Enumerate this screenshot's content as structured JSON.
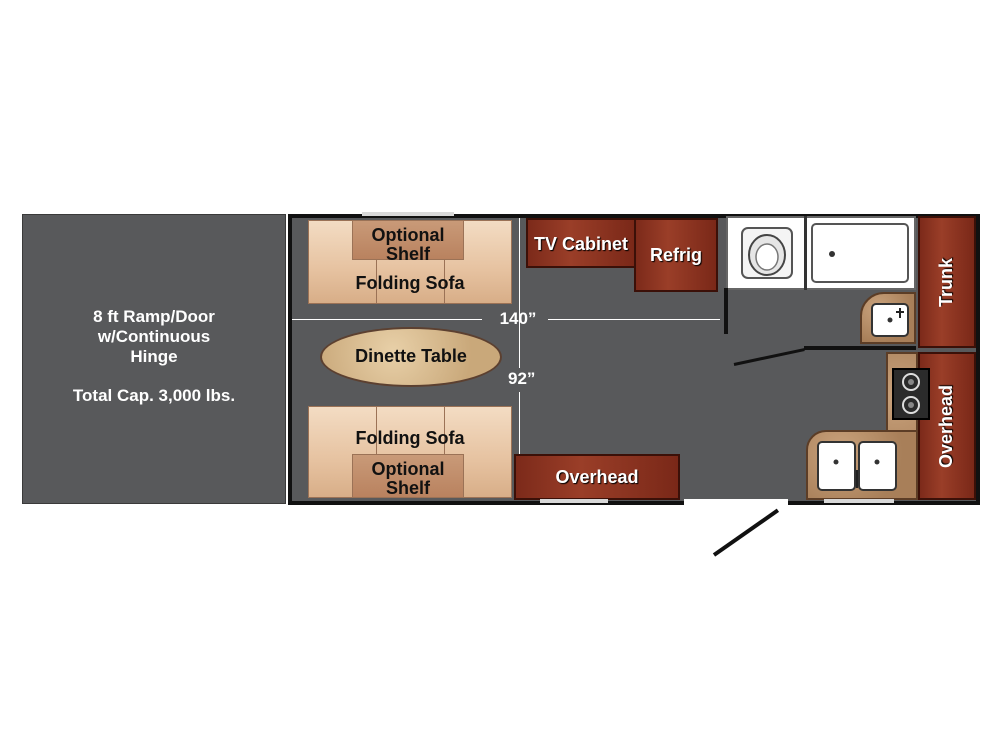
{
  "ramp": {
    "line1": "8 ft Ramp/Door",
    "line2": "w/Continuous",
    "line3": "Hinge",
    "capacity": "Total Cap. 3,000 lbs."
  },
  "dimensions": {
    "length": "140”",
    "width": "92”"
  },
  "rooms": {
    "optional_shelf_top_1": "Optional",
    "optional_shelf_top_2": "Shelf",
    "folding_sofa_top": "Folding Sofa",
    "dinette_table": "Dinette Table",
    "folding_sofa_bottom": "Folding Sofa",
    "optional_shelf_bottom_1": "Optional",
    "optional_shelf_bottom_2": "Shelf",
    "tv_cabinet": "TV Cabinet",
    "refrig": "Refrig",
    "trunk": "Trunk",
    "overhead_bottom": "Overhead",
    "overhead_right": "Overhead"
  },
  "colors": {
    "floor": "#58595b",
    "cabinet": "#8a3220",
    "cushion": "#e6c2a0",
    "counter": "#b58a63"
  }
}
